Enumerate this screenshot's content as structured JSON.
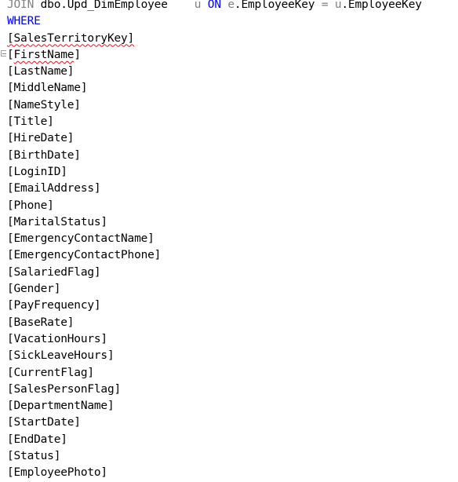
{
  "editor": {
    "join_line": {
      "join_kw": "JOIN",
      "table": "dbo.Upd_DimEmployee",
      "alias": "u",
      "on_kw": "ON",
      "left_alias": "e",
      "left_col": ".EmployeeKey",
      "op": "=",
      "right_alias": "u",
      "right_col": ".EmployeeKey"
    },
    "where_kw": "WHERE",
    "columns": [
      "[SalesTerritoryKey]",
      "[FirstName]",
      "[LastName]",
      "[MiddleName]",
      "[NameStyle]",
      "[Title]",
      "[HireDate]",
      "[BirthDate]",
      "[LoginID]",
      "[EmailAddress]",
      "[Phone]",
      "[MaritalStatus]",
      "[EmergencyContactName]",
      "[EmergencyContactPhone]",
      "[SalariedFlag]",
      "[Gender]",
      "[PayFrequency]",
      "[BaseRate]",
      "[VacationHours]",
      "[SickLeaveHours]",
      "[CurrentFlag]",
      "[SalesPersonFlag]",
      "[DepartmentName]",
      "[StartDate]",
      "[EndDate]",
      "[Status]",
      "[EmployeePhoto]"
    ],
    "colors": {
      "keyword": "#0000ff",
      "gray_keyword": "#808080",
      "error_squiggle": "#e81123"
    }
  }
}
